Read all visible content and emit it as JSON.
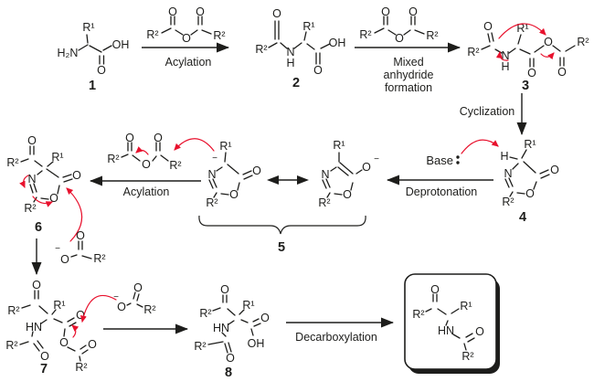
{
  "atoms": {
    "O": "O",
    "N": "N",
    "H": "H",
    "HN": "HN",
    "H2N": "H₂N",
    "OH": "OH",
    "R1": "R¹",
    "R2": "R²",
    "minus": "−",
    "base": "Base"
  },
  "compounds": {
    "n1": "1",
    "n2": "2",
    "n3": "3",
    "n4": "4",
    "n5": "5",
    "n6": "6",
    "n7": "7",
    "n8": "8"
  },
  "steps": {
    "acylation": "Acylation",
    "mixed_line1": "Mixed",
    "mixed_line2": "anhydride",
    "mixed_line3": "formation",
    "cyclization": "Cyclization",
    "deprotonation": "Deprotonation",
    "decarboxylation": "Decarboxylation"
  },
  "colors": {
    "bond": "#1d1d1b",
    "mechanism_arrow": "#e8112d",
    "background": "#ffffff"
  }
}
